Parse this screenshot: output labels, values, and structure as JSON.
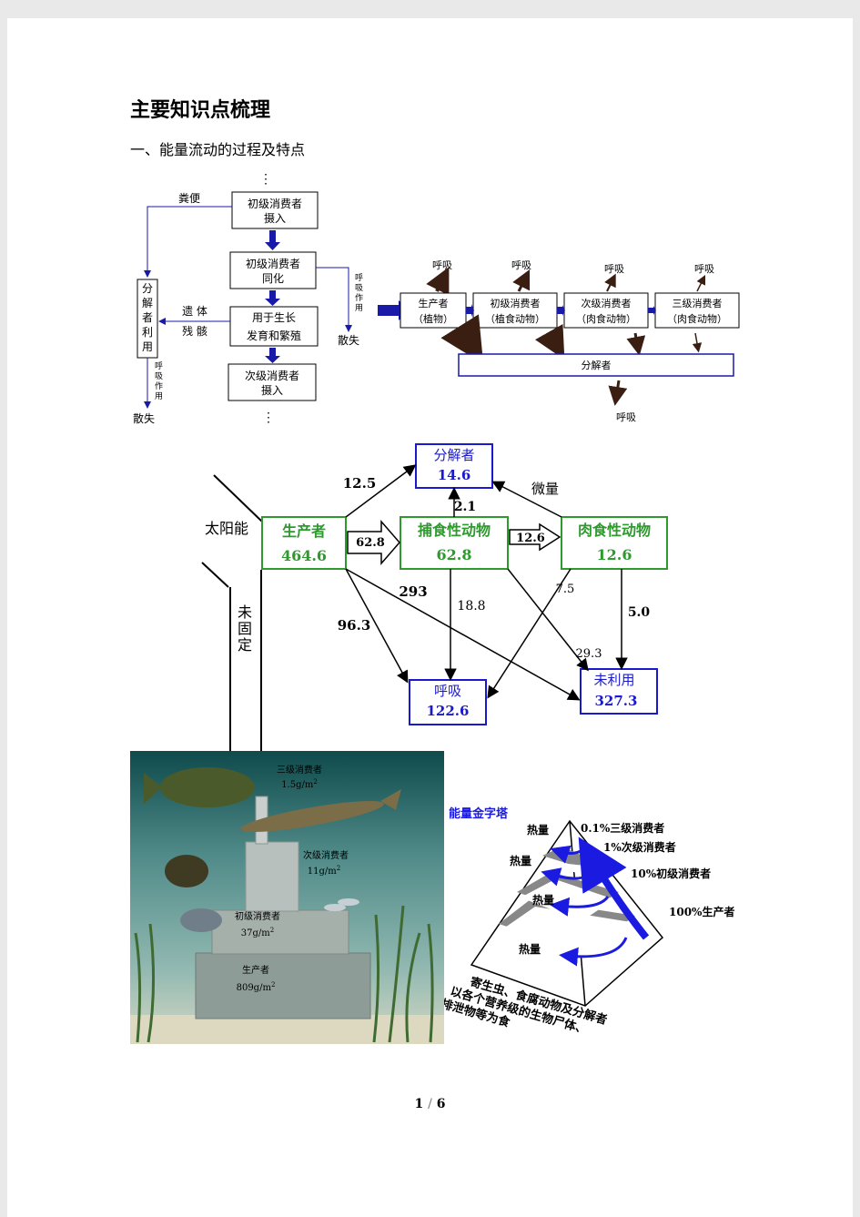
{
  "page_title": "主要知识点梳理",
  "section_title": "一、能量流动的过程及特点",
  "flow1": {
    "dots": "⋮",
    "box1_line1": "初级消费者",
    "box1_line2": "摄入",
    "box2_line1": "初级消费者",
    "box2_line2": "同化",
    "box3_line1": "用于生长",
    "box3_line2": "发育和繁殖",
    "box4_line1": "次级消费者",
    "box4_line2": "摄入",
    "feces": "粪便",
    "decomposer_v": "分解者利用",
    "remains_1": "遗 体",
    "remains_2": "残 骸",
    "respiration_v": "呼吸作用",
    "lost": "散失"
  },
  "flow2": {
    "respiration": "呼吸",
    "b1_l1": "生产者",
    "b1_l2": "（植物）",
    "b2_l1": "初级消费者",
    "b2_l2": "（植食动物）",
    "b3_l1": "次级消费者",
    "b3_l2": "（肉食动物）",
    "b4_l1": "三级消费者",
    "b4_l2": "（肉食动物）",
    "decomposer": "分解者"
  },
  "flow3": {
    "sunlight": "太阳能",
    "not_fixed": "未固定",
    "producer": "生产者",
    "producer_val": "464.6",
    "herb": "捕食性动物",
    "herb_val": "62.8",
    "carn": "肉食性动物",
    "carn_val": "12.6",
    "decomp": "分解者",
    "decomp_val": "14.6",
    "resp": "呼吸",
    "resp_val": "122.6",
    "unused": "未利用",
    "unused_val": "327.3",
    "v_12_5": "12.5",
    "v_2_1": "2.1",
    "trace": "微量",
    "v_62_8": "62.8",
    "v_12_6": "12.6",
    "v_293": "293",
    "v_96_3": "96.3",
    "v_18_8": "18.8",
    "v_7_5": "7.5",
    "v_5_0": "5.0",
    "v_29_3": "29.3"
  },
  "aquarium": {
    "l3": "三级消费者",
    "l3_val": "1.5g/m",
    "l2": "次级消费者",
    "l2_val": "11g/m",
    "l1": "初级消费者",
    "l1_val": "37g/m",
    "l0": "生产者",
    "l0_val": "809g/m",
    "sup": "2"
  },
  "pyramid": {
    "title": "能量金字塔",
    "heat": "热量",
    "t3": "0.1%三级消费者",
    "t2": "1%次级消费者",
    "t1": "10%初级消费者",
    "t0": "100%生产者",
    "note1": "寄生虫、食腐动物及分解者",
    "note2": "以各个营养级的生物尸体、",
    "note3": "排泄物等为食"
  },
  "footer": {
    "page": "1",
    "sep": "/",
    "total": "6"
  }
}
